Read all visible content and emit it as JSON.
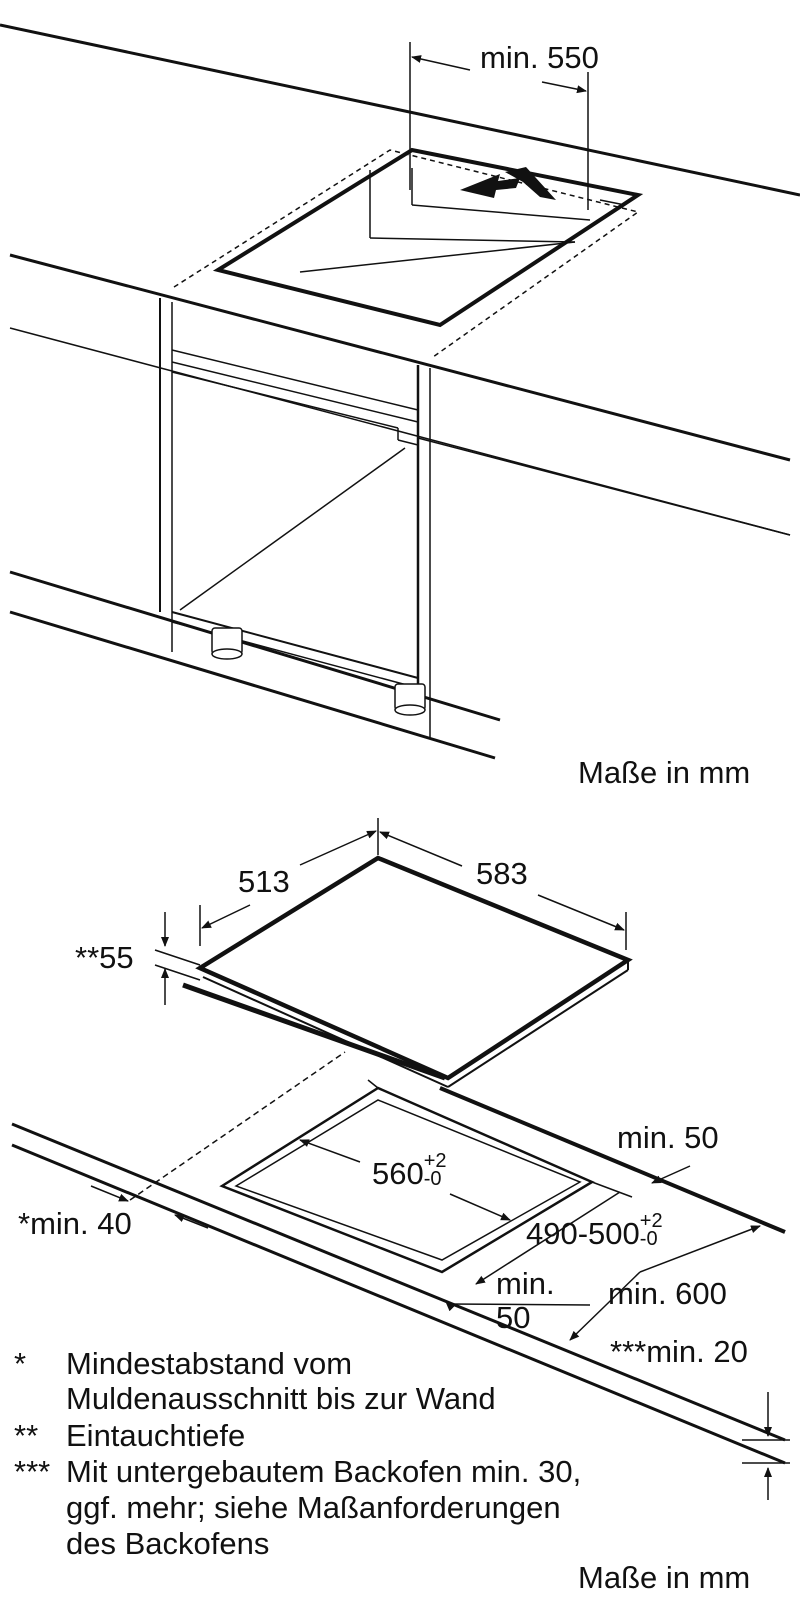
{
  "top": {
    "dim_width": "min. 550",
    "units": "Maße in mm"
  },
  "bottom": {
    "hob_depth": "513",
    "hob_width": "583",
    "insert_depth": "**55",
    "cutout_width": {
      "base": "560",
      "tol_plus": "+2",
      "tol_minus": "-0"
    },
    "cutout_depth": {
      "base": "490-500",
      "tol_plus": "+2",
      "tol_minus": "-0"
    },
    "wall_gap": "*min. 40",
    "rear_gap": "min. 50",
    "front_gap": {
      "line1": "min.",
      "line2": "50"
    },
    "worktop_depth": "min. 600",
    "worktop_thickness": "***min. 20",
    "units": "Maße in mm"
  },
  "notes": [
    {
      "mark": "*",
      "lines": [
        "Mindestabstand vom",
        "Muldenausschnitt bis zur Wand"
      ]
    },
    {
      "mark": "**",
      "lines": [
        "Eintauchtiefe"
      ]
    },
    {
      "mark": "***",
      "lines": [
        "Mit untergebautem Backofen min. 30,",
        "ggf. mehr; siehe Maßanforderungen",
        "des Backofens"
      ]
    }
  ],
  "colors": {
    "ink": "#111111",
    "background": "#ffffff"
  }
}
